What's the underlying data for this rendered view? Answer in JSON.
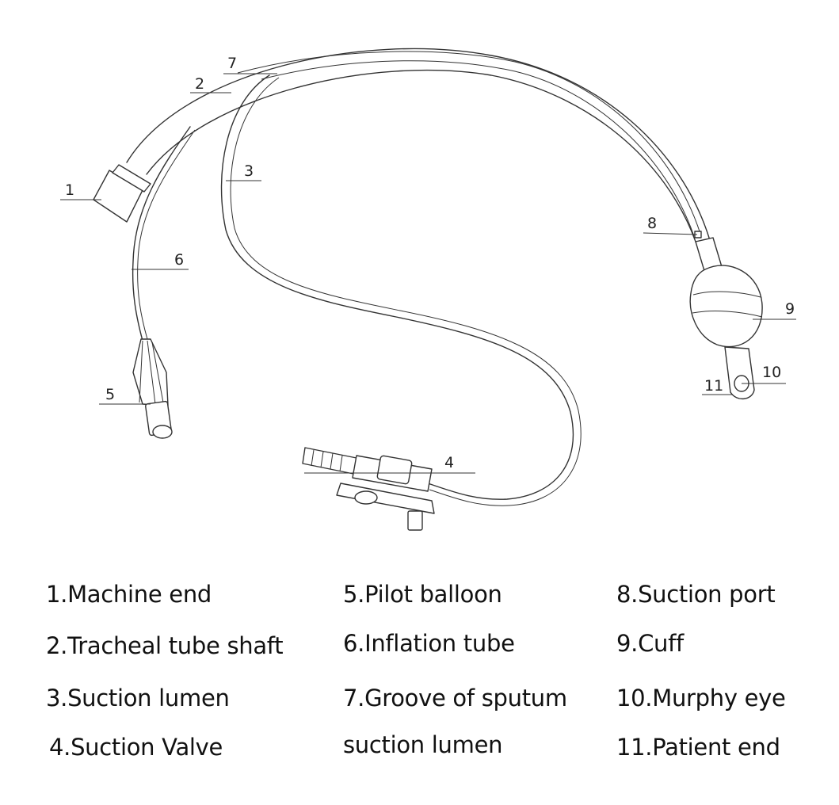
{
  "callouts": {
    "c1": "1",
    "c2": "2",
    "c3": "3",
    "c4": "4",
    "c5": "5",
    "c6": "6",
    "c7": "7",
    "c8": "8",
    "c9": "9",
    "c10": "10",
    "c11": "11"
  },
  "legend": {
    "col1": [
      "1.Machine end",
      "2.Tracheal tube shaft",
      "3.Suction lumen",
      "4.Suction Valve"
    ],
    "col2": [
      "5.Pilot balloon",
      "6.Inflation tube",
      "7.Groove of sputum",
      "suction lumen"
    ],
    "col3": [
      "8.Suction port",
      "9.Cuff",
      "10.Murphy eye",
      "11.Patient end"
    ]
  }
}
